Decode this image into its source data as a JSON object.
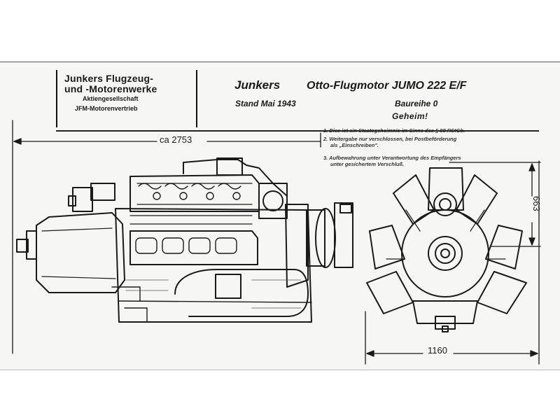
{
  "company": {
    "line1": "Junkers Flugzeug-",
    "line2": "und -Motorenwerke",
    "line3": "Aktiengesellschaft",
    "line4": "JFM-Motorenvertrieb"
  },
  "header": {
    "brand": "Junkers",
    "title": "Otto-Flugmotor JUMO 222 E/F",
    "stand": "Stand  Mai 1943",
    "baureihe": "Baureihe  0",
    "secret": "Geheim!"
  },
  "notes": [
    "1. Dies ist ein Staatsgeheimnis im Sinne des § 88 RStGb.",
    "2. Weitergabe nur verschlossen, bei Postbeförderung",
    "als „Einschreiben\".",
    "3. Aufbewahrung unter Verantwortung des Empfängers",
    "unter gesichertem Verschluß."
  ],
  "dimensions": {
    "length": "ca 2753",
    "width": "1160",
    "height": "663"
  },
  "colors": {
    "ink": "#1a1a1a",
    "paper": "#f6f6f3"
  }
}
